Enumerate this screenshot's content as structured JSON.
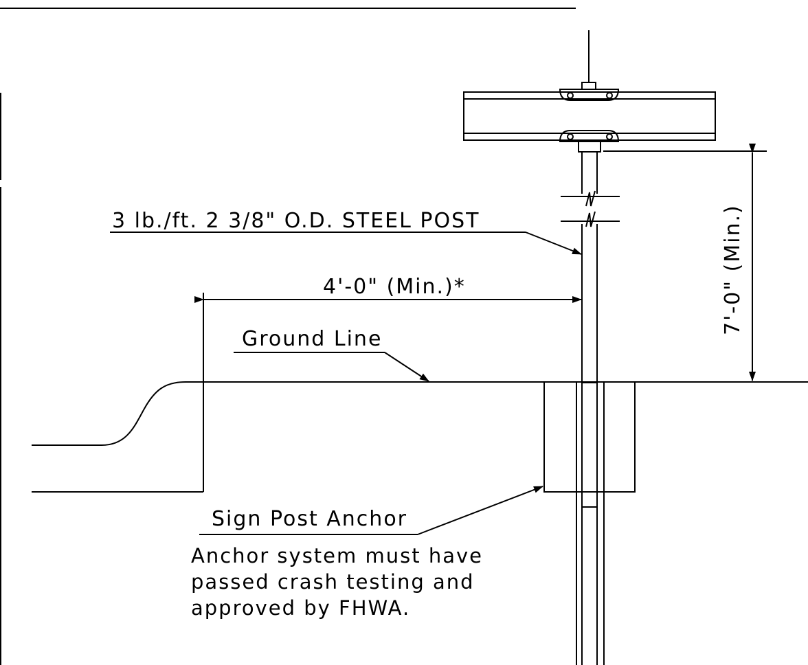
{
  "drawing": {
    "post_label": "3 lb./ft. 2 3/8\" O.D. STEEL POST",
    "offset_dimension": "4'-0\" (Min.)*",
    "height_dimension": "7'-0\" (Min.)",
    "ground_line_label": "Ground Line",
    "anchor_label": "Sign Post Anchor",
    "anchor_note": [
      "Anchor system must have",
      "passed crash testing and",
      "approved by FHWA."
    ]
  }
}
